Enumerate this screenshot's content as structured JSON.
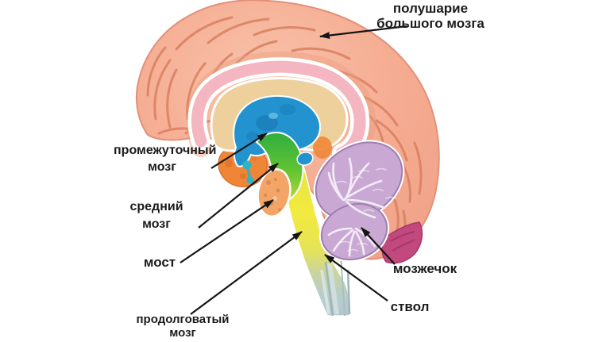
{
  "background": "#ffffff",
  "labels": {
    "cerebrum": {
      "line1": "полушарие",
      "line2": "большого мозга"
    },
    "diencephalon": {
      "line1": "промежуточный",
      "line2": "мозг"
    },
    "midbrain": {
      "line1": "средний",
      "line2": "мозг"
    },
    "pons": {
      "line1": "мост"
    },
    "medulla": {
      "line1": "продолговатый",
      "line2": "мозг"
    },
    "cerebellum": {
      "line1": "мозжечок"
    },
    "brainstem": {
      "line1": "ствол"
    }
  },
  "structure_colors": {
    "cerebrum": "#f5ab90",
    "sulci": "#d97f60",
    "corpus_callosum": "#f4b6c0",
    "septal_area": "#eed09c",
    "diencephalon": "#2293cf",
    "midbrain": "#3cb43c",
    "pons": "#f3a568",
    "hypothalamus": "#ef8637",
    "pituitary": "#2fb3c6",
    "brainstem_yellow": "#f2ea3f",
    "spinal_cord": "#b7ccd0",
    "cerebellum": "#c9a9d3",
    "occipital_fold": "#c2497e",
    "arrow": "#151515",
    "text": "#1b1b1b"
  }
}
